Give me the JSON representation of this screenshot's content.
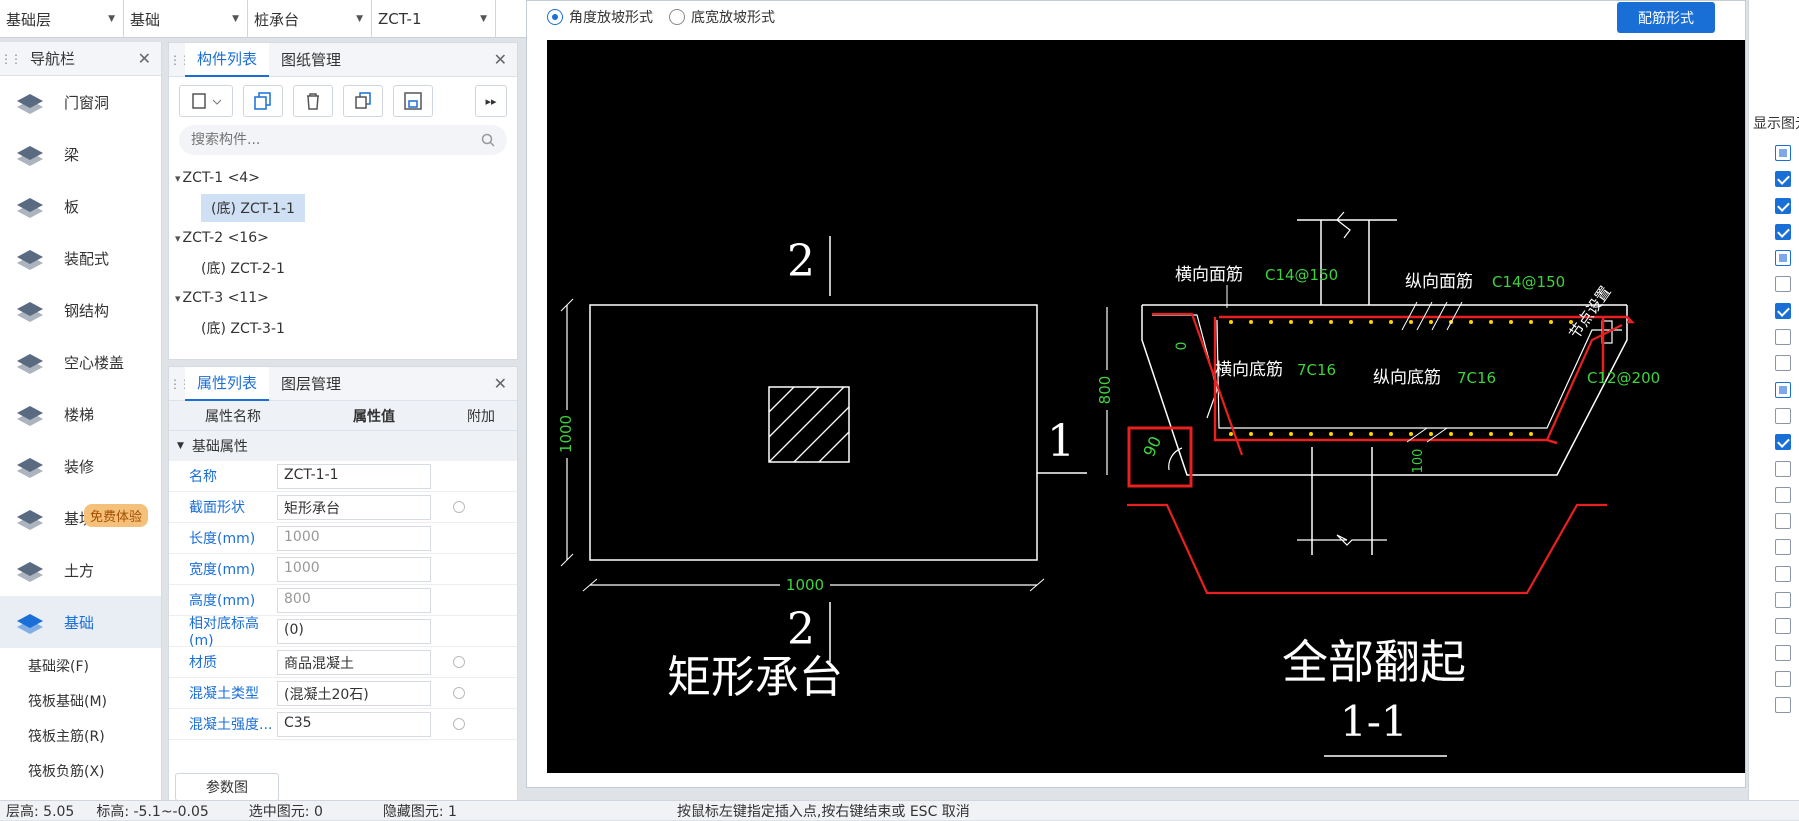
{
  "topbar": {
    "floor": "基础层",
    "category": "基础",
    "type": "桩承台",
    "item": "ZCT-1"
  },
  "nav": {
    "title": "导航栏",
    "items": [
      {
        "label": "门窗洞",
        "icon": "door-window-icon"
      },
      {
        "label": "梁",
        "icon": "beam-icon"
      },
      {
        "label": "板",
        "icon": "slab-icon"
      },
      {
        "label": "装配式",
        "icon": "prefab-icon"
      },
      {
        "label": "钢结构",
        "icon": "steel-icon"
      },
      {
        "label": "空心楼盖",
        "icon": "hollow-floor-icon"
      },
      {
        "label": "楼梯",
        "icon": "stairs-icon"
      },
      {
        "label": "装修",
        "icon": "decoration-icon"
      },
      {
        "label": "基坑支护",
        "icon": "pit-support-icon",
        "badge": "免费体验"
      },
      {
        "label": "土方",
        "icon": "earthwork-icon"
      },
      {
        "label": "基础",
        "icon": "foundation-icon",
        "active": true
      }
    ],
    "subitems": [
      "基础梁(F)",
      "筏板基础(M)",
      "筏板主筋(R)",
      "筏板负筋(X)"
    ]
  },
  "components": {
    "tab1": "构件列表",
    "tab2": "图纸管理",
    "search_placeholder": "搜索构件...",
    "tree": [
      {
        "label": "ZCT-1 <4>",
        "level": 1
      },
      {
        "label": "(底) ZCT-1-1",
        "level": 2,
        "selected": true
      },
      {
        "label": "ZCT-2 <16>",
        "level": 1
      },
      {
        "label": "(底) ZCT-2-1",
        "level": 2
      },
      {
        "label": "ZCT-3 <11>",
        "level": 1
      },
      {
        "label": "(底) ZCT-3-1",
        "level": 2
      }
    ]
  },
  "properties": {
    "tab1": "属性列表",
    "tab2": "图层管理",
    "col_name": "属性名称",
    "col_value": "属性值",
    "col_extra": "附加",
    "group": "基础属性",
    "rows": [
      {
        "name": "名称",
        "value": "ZCT-1-1"
      },
      {
        "name": "截面形状",
        "value": "矩形承台",
        "dot": true
      },
      {
        "name": "长度(mm)",
        "value": "1000",
        "disabled": true
      },
      {
        "name": "宽度(mm)",
        "value": "1000",
        "disabled": true
      },
      {
        "name": "高度(mm)",
        "value": "800",
        "disabled": true
      },
      {
        "name": "相对底标高(m)",
        "value": "(0)"
      },
      {
        "name": "材质",
        "value": "商品混凝土",
        "dot": true
      },
      {
        "name": "混凝土类型",
        "value": "(混凝土20石)",
        "dot": true
      },
      {
        "name": "混凝土强度...",
        "value": "C35",
        "dot": true
      }
    ],
    "section_btn": "参数图"
  },
  "dialog": {
    "radio1": "角度放坡形式",
    "radio2": "底宽放坡形式",
    "config_btn": "配筋形式"
  },
  "drawing": {
    "plan_title": "矩形承台",
    "section_title": "全部翻起",
    "section_id": "1-1",
    "mark_top": "2",
    "mark_bottom": "2",
    "mark_right": "1",
    "dim_w": "1000",
    "dim_h": "1000",
    "dim_800": "800",
    "dim_0": "0",
    "dim_100": "100",
    "angle": "90",
    "top_trans_label": "横向面筋",
    "top_trans_val": "C14@150",
    "top_long_label": "纵向面筋",
    "top_long_val": "C14@150",
    "bot_trans_label": "横向底筋",
    "bot_trans_val": "7C16",
    "bot_long_label": "纵向底筋",
    "bot_long_val": "7C16",
    "side_val": "C12@200",
    "node_label": "节点设置"
  },
  "status": {
    "floor_height": "层高: 5.05",
    "elevation": "标高: -5.1~-0.05",
    "selected": "选中图元: 0",
    "hidden": "隐藏图元: 1",
    "hint": "按鼠标左键指定插入点,按右键结束或 ESC 取消"
  },
  "rightcol": {
    "header": "显示图元",
    "checks": [
      "sq",
      "on",
      "on",
      "on",
      "sq",
      "off",
      "on",
      "off",
      "off",
      "sq",
      "off",
      "on",
      "off",
      "off",
      "off",
      "off",
      "off",
      "off",
      "off",
      "off",
      "off",
      "off"
    ]
  }
}
